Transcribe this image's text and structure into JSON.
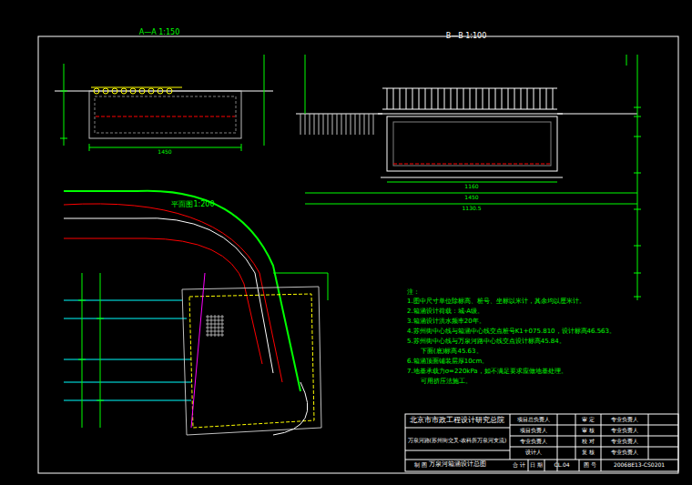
{
  "diagram": {
    "labels": [
      "A—A 1:150",
      "B—B 1:100",
      "平面图1:200",
      "1450",
      "1160",
      "1450",
      "1130.5",
      "注：",
      "1.图中尺寸单位除标高、桩号、坐标以米计，其余均以厘米计。",
      "2.箱涵设计荷载：城-A级。",
      "3.箱涵设计洪水频率20年。",
      "4.苏州街中心线与箱涵中心线交点桩号K1+075.810，设计标高46.563。",
      "5.苏州街中心线与万泉河路中心线交点设计标高45.84。",
      "下面(底)标高45.63。",
      "6.箱涵顶面铺装层厚10cm。",
      "7.地基承载力σ=220kPa，如不满足要求应做地基处理。",
      "可用挤压法施工。",
      "北京市市政工程设计研究总院",
      "万泉河路(苏州街交叉-农科所万泉河支流)",
      "万泉河箱涵设计总图",
      "项目总负责人",
      "项目负责人",
      "专业负责人",
      "设计人",
      "审 定",
      "审 核",
      "校 对",
      "复 核",
      "专业负责人",
      "专业负责人",
      "专业负责人",
      "专业负责人",
      "制 图",
      "合 计",
      "日 期",
      "CL.04",
      "图 号",
      "2006BE13-CS0201"
    ]
  }
}
